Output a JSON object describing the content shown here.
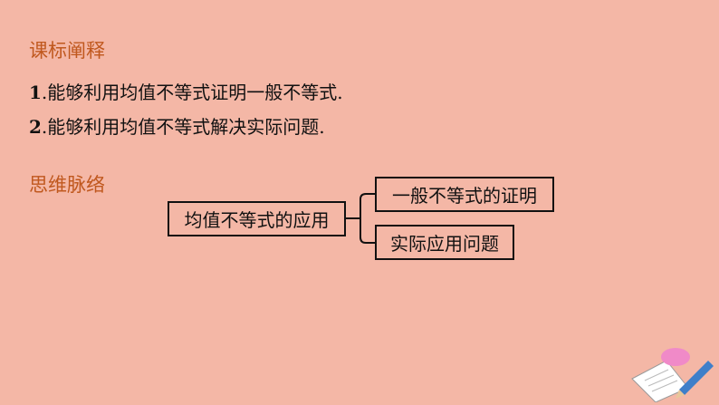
{
  "sections": {
    "standards_title": "课标阐释",
    "mindmap_title": "思维脉络"
  },
  "objectives": [
    {
      "num": "1",
      "text": ".能够利用均值不等式证明一般不等式."
    },
    {
      "num": "2",
      "text": ".能够利用均值不等式解决实际问题."
    }
  ],
  "mindmap": {
    "root": "均值不等式的应用",
    "branches": [
      "一般不等式的证明",
      "实际应用问题"
    ]
  },
  "colors": {
    "background": "#f4b7a6",
    "title": "#c0581e"
  }
}
